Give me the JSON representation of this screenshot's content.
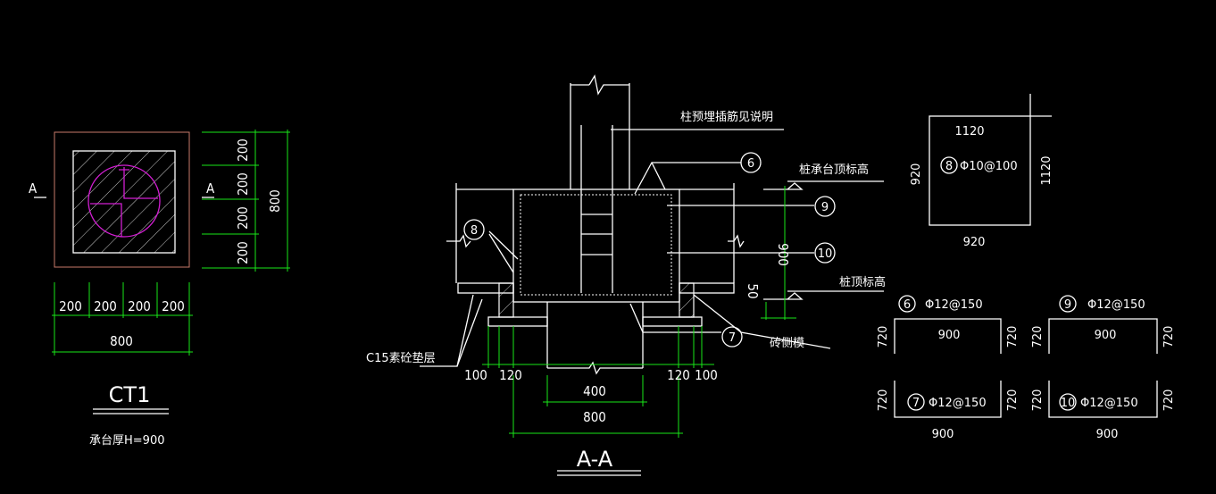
{
  "plan": {
    "section_mark": "A",
    "dims_bottom": [
      "200",
      "200",
      "200",
      "200"
    ],
    "dim_total_bottom": "800",
    "dims_right": [
      "200",
      "200",
      "200",
      "200"
    ],
    "dim_total_right": "800",
    "name": "CT1",
    "thickness_note": "承台厚H=900"
  },
  "section": {
    "title": "A-A",
    "labels": {
      "embed": "柱预埋插筋见说明",
      "cap_top": "桩承台顶标高",
      "pile_top": "桩顶标高",
      "brick": "砖侧模",
      "cushion": "C15素砼垫层"
    },
    "markers": [
      "6",
      "8",
      "9",
      "10",
      "7"
    ],
    "dims": {
      "d100_l": "100",
      "d120_l": "120",
      "d400": "400",
      "d120_r": "120",
      "d100_r": "100",
      "d800": "800",
      "d900": "900",
      "d50": "50"
    }
  },
  "rebar": {
    "b8": {
      "no": "8",
      "spec": "Φ10@100",
      "top": "1120",
      "bottom": "920",
      "left": "920",
      "right": "1120"
    },
    "b6": {
      "no": "6",
      "spec": "Φ12@150",
      "len": "900",
      "leg_l": "720",
      "leg_r": "720"
    },
    "b9": {
      "no": "9",
      "spec": "Φ12@150",
      "len": "900",
      "leg_l": "720",
      "leg_r": "720"
    },
    "b7": {
      "no": "7",
      "spec": "Φ12@150",
      "len": "900",
      "leg_l": "720",
      "leg_r": "720"
    },
    "b10": {
      "no": "10",
      "spec": "Φ12@150",
      "len": "900",
      "leg_l": "720",
      "leg_r": "720"
    }
  }
}
